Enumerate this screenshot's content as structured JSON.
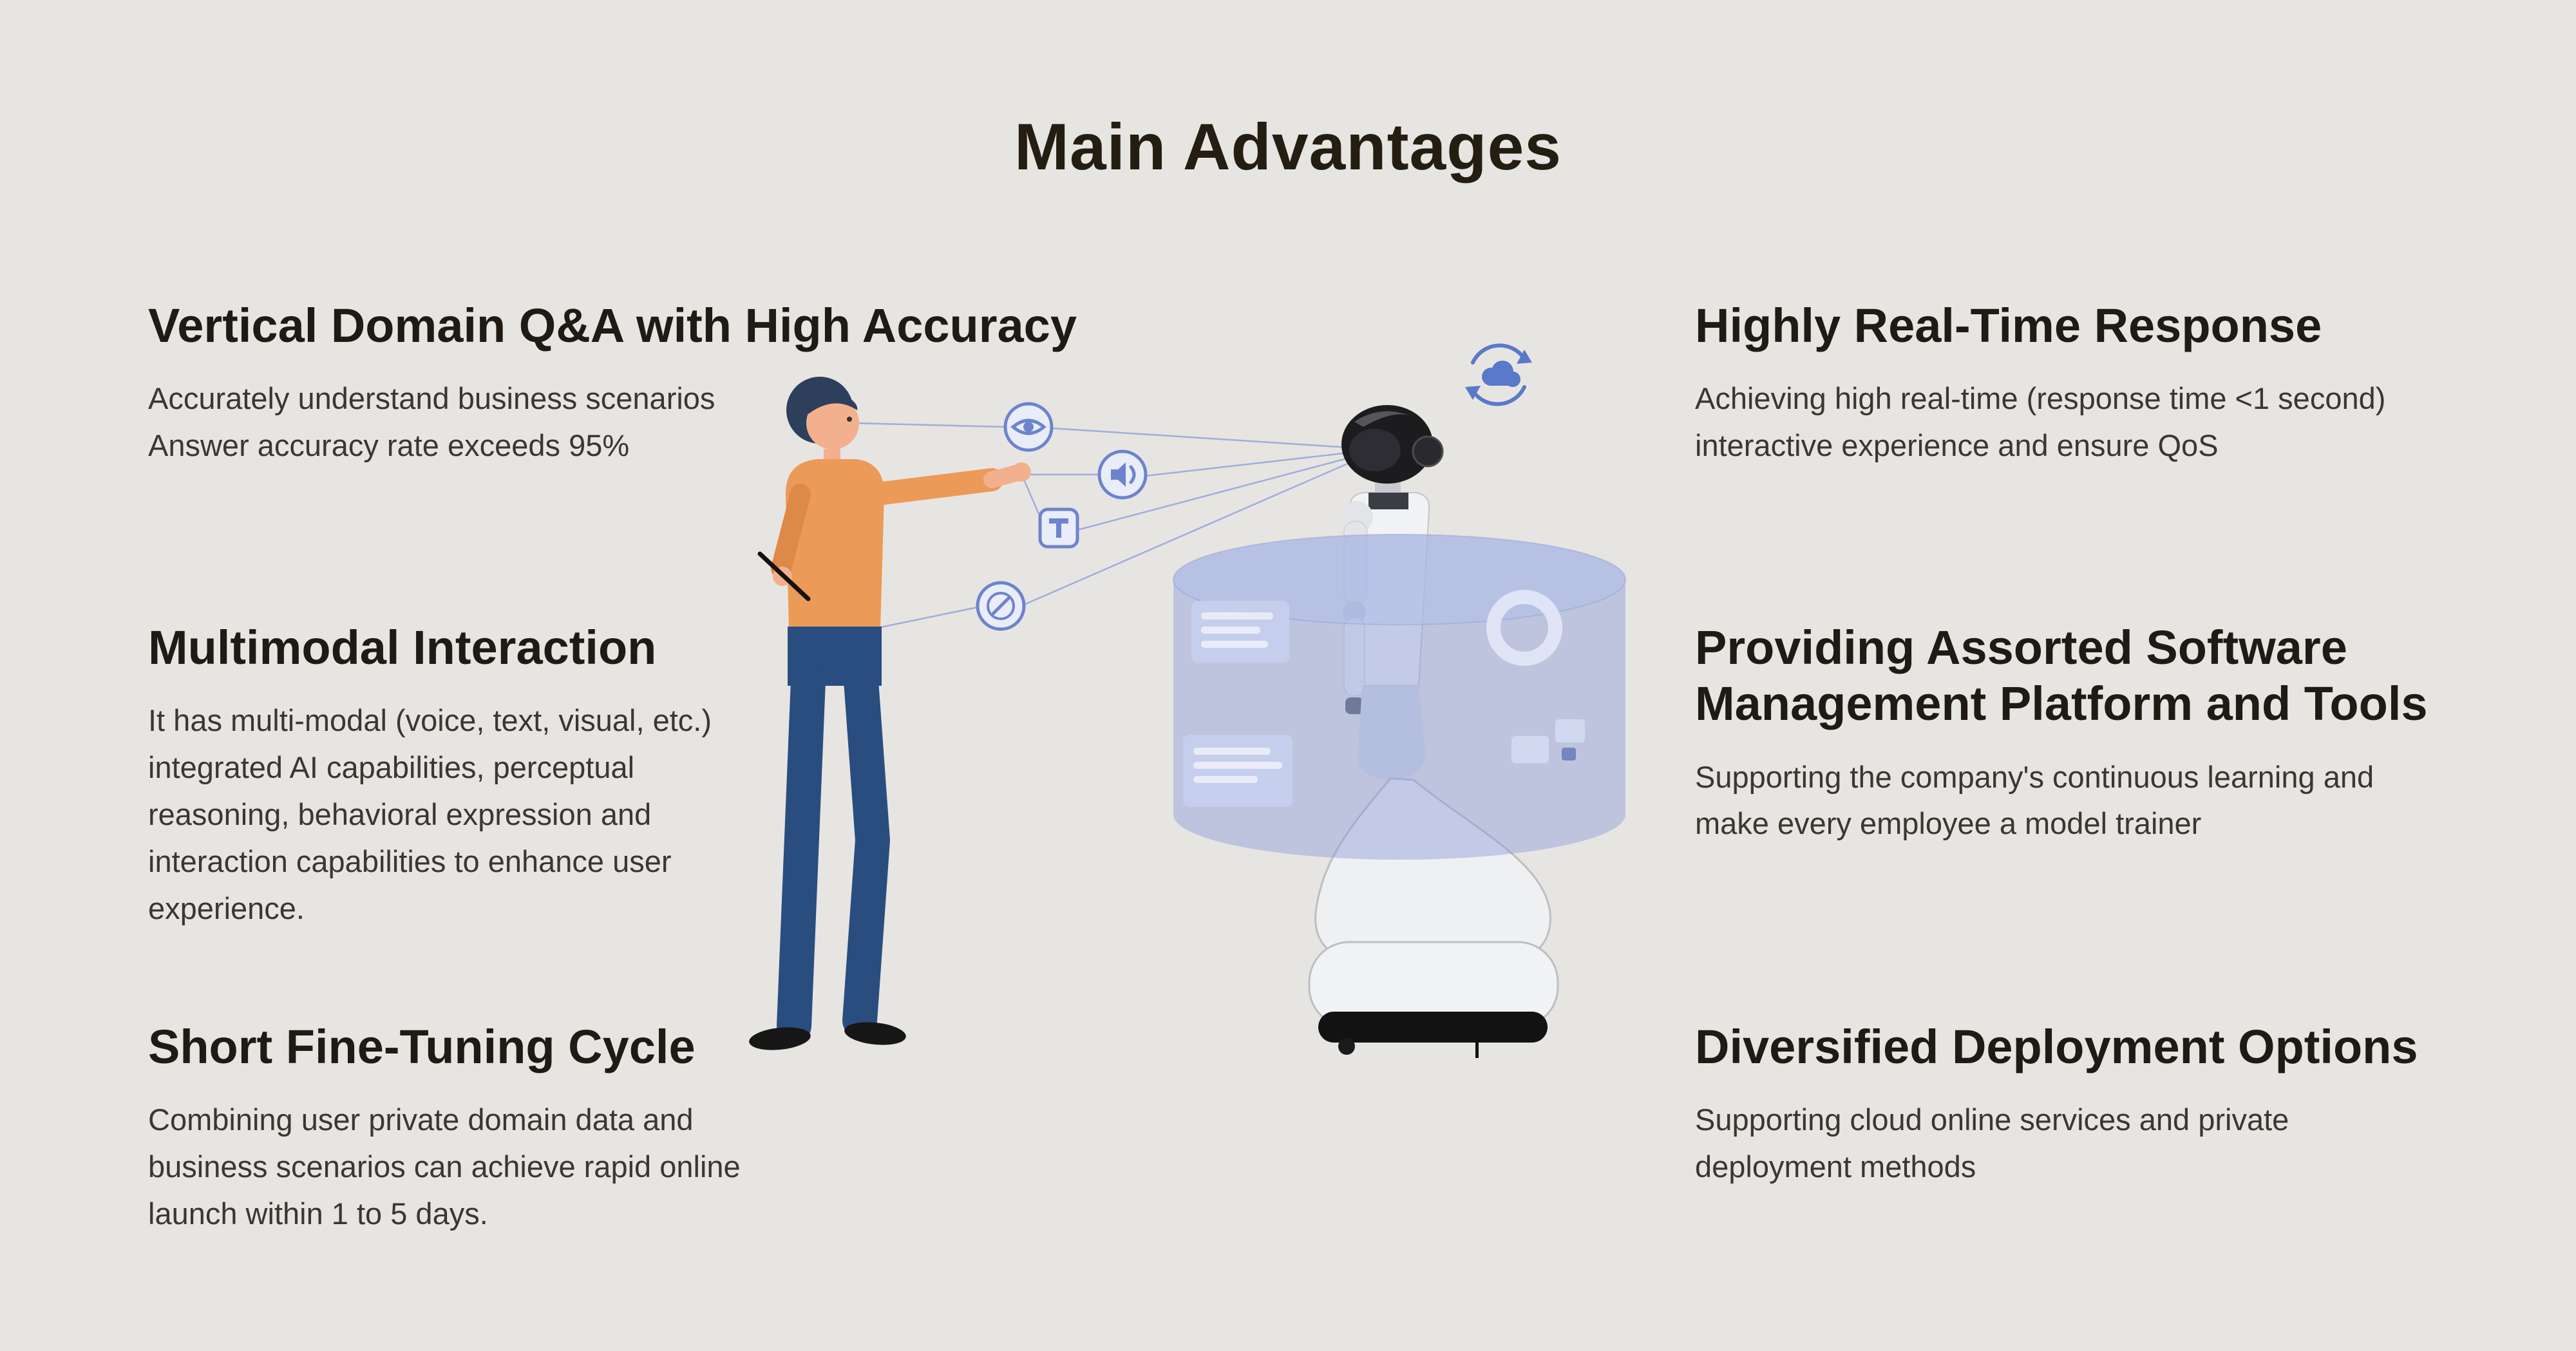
{
  "title": "Main Advantages",
  "colors": {
    "background": "#e7e5e2",
    "heading": "#1f1a13",
    "body_text": "#3b3630",
    "accent_blue": "#6d83cc",
    "cylinder_blue": "#8b9cd9",
    "shirt_orange": "#ec9a57",
    "pants_navy": "#2a4d7f"
  },
  "features": {
    "left": [
      {
        "title": "Vertical Domain Q&A with High Accuracy",
        "body": "Accurately understand business scenarios\nAnswer accuracy rate exceeds 95%"
      },
      {
        "title": "Multimodal Interaction",
        "body": "It has multi-modal (voice, text, visual, etc.) integrated AI capabilities, perceptual reasoning, behavioral expression and interaction capabilities to enhance user experience."
      },
      {
        "title": "Short Fine-Tuning Cycle",
        "body": "Combining user private domain data and business scenarios can achieve rapid online launch within 1 to 5 days."
      }
    ],
    "right": [
      {
        "title": "Highly Real-Time Response",
        "body": "Achieving high real-time (response time <1 second) interactive experience and ensure QoS"
      },
      {
        "title": "Providing Assorted Software Management Platform and Tools",
        "body": "Supporting the company's continuous learning and make every employee a model trainer"
      },
      {
        "title": "Diversified Deployment Options",
        "body": "Supporting cloud online services and private deployment methods"
      }
    ]
  },
  "illustration": {
    "description": "Person interacting with a humanoid service robot through multimodal channels",
    "icons": [
      "eye-icon",
      "voice-icon",
      "text-icon",
      "compass-icon",
      "cloud-sync-icon"
    ]
  }
}
